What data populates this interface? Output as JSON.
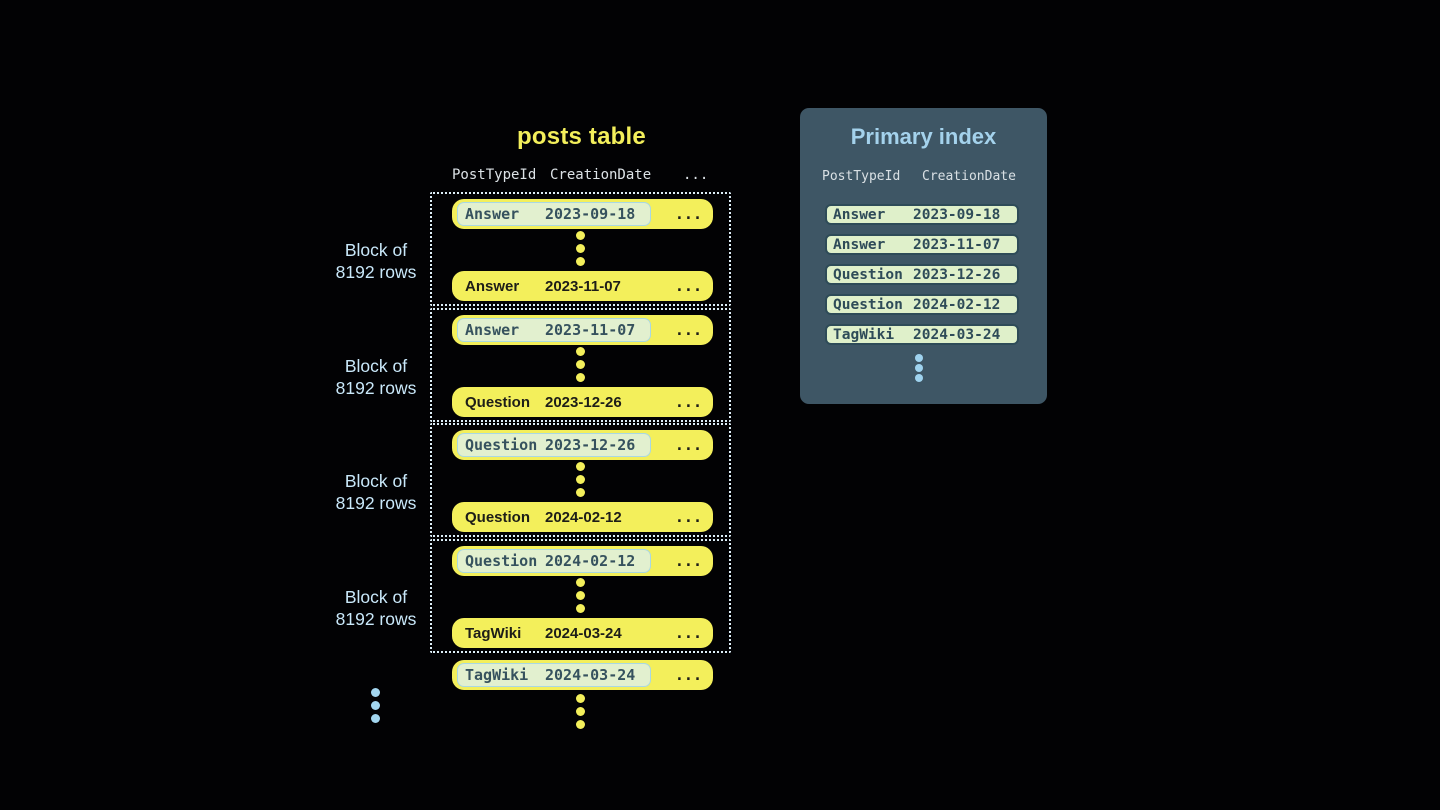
{
  "colors": {
    "background": "#020204",
    "row_yellow": "#f3ef5b",
    "row_text_dark": "#1d1d18",
    "highlight_bg": "#e2f0cf",
    "highlight_border": "#a9d8e3",
    "highlight_text": "#36525e",
    "index_row_bg": "#dff0ca",
    "index_row_border": "#2e4b58",
    "panel_bg": "#3e5665",
    "panel_title": "#a4d2ec",
    "column_header_text": "#dce2e6",
    "block_label_text": "#c9e8fa",
    "dotted_border": "#ddeef7",
    "blue_dots": "#a3d6f0"
  },
  "posts_table": {
    "title": "posts table",
    "headers": {
      "post_type_id": "PostTypeId",
      "creation_date": "CreationDate",
      "more": "..."
    },
    "row_more": "...",
    "block_label": {
      "line1": "Block of",
      "line2": "8192 rows"
    },
    "blocks": [
      {
        "first_row": {
          "type": "Answer",
          "date": "2023-09-18"
        },
        "last_row": {
          "type": "Answer",
          "date": "2023-11-07"
        }
      },
      {
        "first_row": {
          "type": "Answer",
          "date": "2023-11-07"
        },
        "last_row": {
          "type": "Question",
          "date": "2023-12-26"
        }
      },
      {
        "first_row": {
          "type": "Question",
          "date": "2023-12-26"
        },
        "last_row": {
          "type": "Question",
          "date": "2024-02-12"
        }
      },
      {
        "first_row": {
          "type": "Question",
          "date": "2024-02-12"
        },
        "last_row": {
          "type": "TagWiki",
          "date": "2024-03-24"
        }
      }
    ],
    "overflow_row": {
      "type": "TagWiki",
      "date": "2024-03-24"
    }
  },
  "primary_index": {
    "title": "Primary index",
    "headers": {
      "post_type_id": "PostTypeId",
      "creation_date": "CreationDate"
    },
    "rows": [
      {
        "type": "Answer",
        "date": "2023-09-18"
      },
      {
        "type": "Answer",
        "date": "2023-11-07"
      },
      {
        "type": "Question",
        "date": "2023-12-26"
      },
      {
        "type": "Question",
        "date": "2024-02-12"
      },
      {
        "type": "TagWiki",
        "date": "2024-03-24"
      }
    ]
  }
}
